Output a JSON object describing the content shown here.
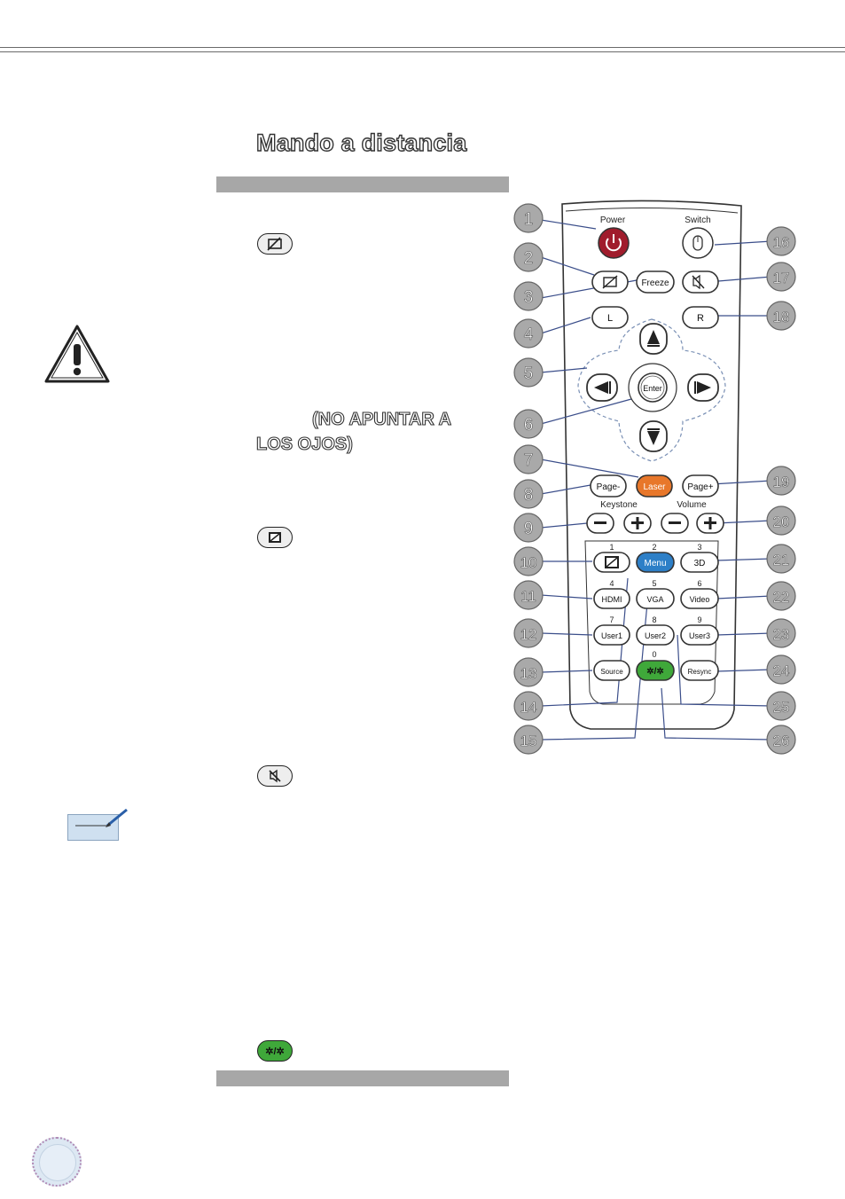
{
  "page": {
    "title": "Mando a distancia",
    "warning_text_line1": "(NO APUNTAR A",
    "warning_text_line2": "LOS OJOS)"
  },
  "remote": {
    "top_labels": {
      "power": "Power",
      "switch": "Switch"
    },
    "buttons": {
      "freeze": "Freeze",
      "l": "L",
      "r": "R",
      "enter": "Enter",
      "laser": "Laser",
      "page_minus": "Page-",
      "page_plus": "Page+",
      "keystone_label": "Keystone",
      "volume_label": "Volume",
      "menu": "Menu",
      "three_d": "3D",
      "hdmi": "HDMI",
      "vga": "VGA",
      "video": "Video",
      "user1": "User1",
      "user2": "User2",
      "user3": "User3",
      "source": "Source",
      "resync": "Resync"
    },
    "digits": [
      "1",
      "2",
      "3",
      "4",
      "5",
      "6",
      "7",
      "8",
      "9",
      "0"
    ],
    "callouts": [
      "1",
      "2",
      "3",
      "4",
      "5",
      "6",
      "7",
      "8",
      "9",
      "10",
      "11",
      "12",
      "13",
      "14",
      "15",
      "16",
      "17",
      "18",
      "19",
      "20",
      "21",
      "22",
      "23",
      "24",
      "25",
      "26"
    ]
  },
  "colors": {
    "power_red": "#a01c2c",
    "laser_orange": "#e8772a",
    "menu_blue": "#2d7fc7",
    "eco_green": "#3fa83a",
    "bar_gray": "#a7a7a7",
    "callout_gray": "#a9a9a9"
  }
}
